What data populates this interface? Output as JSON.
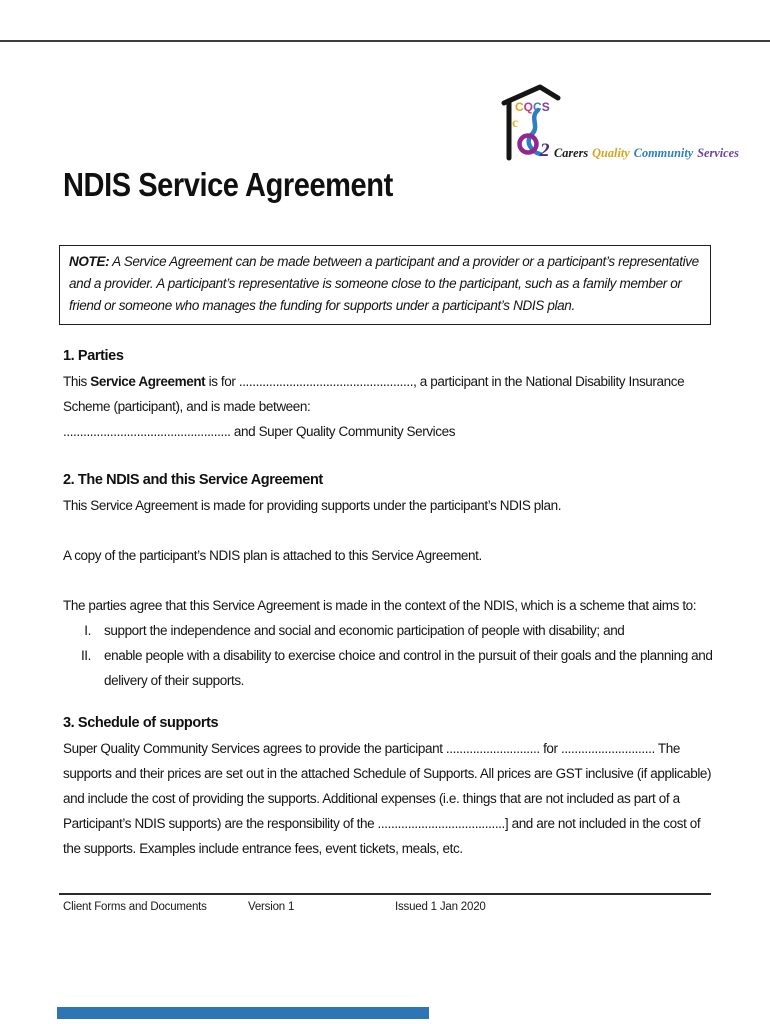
{
  "title": "NDIS Service Agreement",
  "logo": {
    "monogram": [
      {
        "char": "C",
        "color": "#E2A51C"
      },
      {
        "char": "Q",
        "color": "#BE3A8E"
      },
      {
        "char": "C",
        "color": "#3E7EC0"
      },
      {
        "char": "S",
        "color": "#7B3FA3"
      }
    ],
    "figure_c": "c",
    "figure_two": "2",
    "tagline": [
      {
        "text": "Carers",
        "color": "#1b1b1b"
      },
      {
        "text": "Quality",
        "color": "#D9A31D"
      },
      {
        "text": "Community",
        "color": "#2E7EC0"
      },
      {
        "text": "Services",
        "color": "#6C3FA4"
      }
    ]
  },
  "note": {
    "label": "NOTE:",
    "body": " A Service Agreement can be made between a participant and a provider or a participant’s representative and a provider. A participant’s representative is someone close to the participant, such as a family member or friend or someone who manages the funding for supports under a participant’s NDIS plan."
  },
  "parties": {
    "heading": "1. Parties",
    "p1_pre": "This ",
    "p1_bold": "Service Agreement",
    "p1_post": " is for ...................................................., a participant in the National Disability Insurance Scheme (participant), and is made between:",
    "p2": ".................................................. and Super Quality Community Services"
  },
  "ndis": {
    "heading": "2. The NDIS and this Service Agreement",
    "p1": "This Service Agreement is made for providing supports under the participant’s NDIS plan.",
    "p2": "A copy of the participant’s NDIS plan is attached to this Service Agreement.",
    "p3": "The parties agree that this Service Agreement is made in the context of the NDIS, which is a scheme that aims to:",
    "items": [
      {
        "num": "I.",
        "text": "support the independence and social and economic participation of people with disability; and"
      },
      {
        "num": "II.",
        "text": "enable people with a disability to exercise choice and control in the pursuit of their goals and the planning and delivery of their supports."
      }
    ]
  },
  "schedule": {
    "heading": "3. Schedule of supports",
    "p1": "Super Quality Community Services agrees to provide the participant ............................ for ............................ The supports and their prices are set out in the attached Schedule of Supports. All prices are GST inclusive (if applicable) and include the cost of providing the supports. Additional expenses (i.e. things that are not included as part of a Participant’s NDIS supports) are the responsibility of the ......................................] and are not included in the cost of the supports. Examples include entrance fees, event tickets, meals, etc."
  },
  "footer": {
    "left": "Client Forms and Documents",
    "center": "Version 1",
    "right": "Issued 1 Jan 2020"
  },
  "accents": {
    "top_rule": "#3d3d3d",
    "bottom_bar": "#2E75B6"
  }
}
